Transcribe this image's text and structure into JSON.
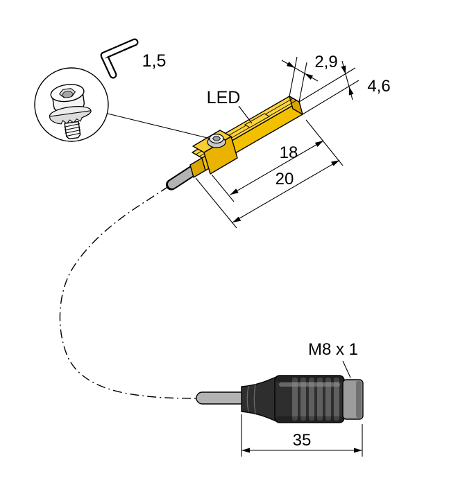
{
  "labels": {
    "hex_key_size": "1,5",
    "led": "LED",
    "sensor_width": "2,9",
    "sensor_height": "4,6",
    "body_length": "18",
    "total_length": "20",
    "connector_thread": "M8 x 1",
    "connector_length": "35"
  },
  "colors": {
    "background": "#ffffff",
    "line": "#000000",
    "sensor_front": "#f3c000",
    "sensor_top": "#ffd43a",
    "sensor_end": "#d9a500",
    "clamp_front": "#eab300",
    "clamp_top": "#f8cd2e",
    "cable": "#b3b3b3",
    "connector_body": "#2e2e2e",
    "connector_rib": "#5f5f5f",
    "connector_cap": "#9c9c9c"
  }
}
